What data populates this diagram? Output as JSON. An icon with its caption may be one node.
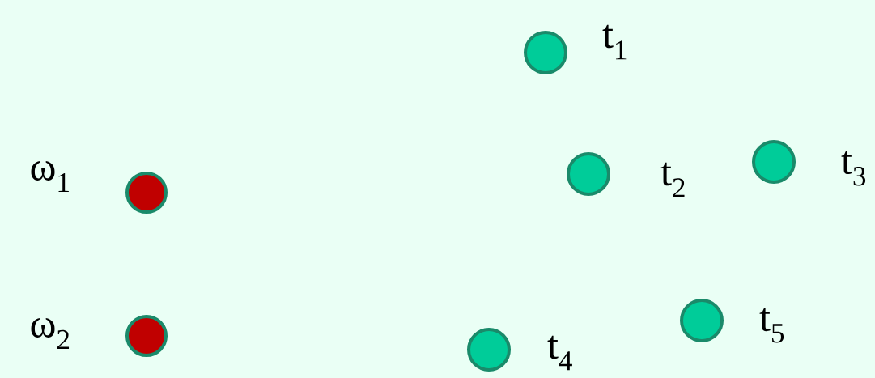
{
  "diagram": {
    "nodes": [
      {
        "text": [],
        "shape": "circle",
        "beside": [
          "ω$_{1}$"
        ]
      },
      {
        "text": [],
        "shape": "circle",
        "beside": [
          "ω$_{2}$"
        ]
      },
      {
        "text": [],
        "shape": "circle",
        "beside": [
          "t$_{1}$"
        ]
      },
      {
        "text": [],
        "shape": "circle",
        "beside": [
          "t$_{2}$"
        ]
      },
      {
        "text": [],
        "shape": "circle",
        "beside": [
          "t$_{3}$"
        ]
      },
      {
        "text": [],
        "shape": "circle",
        "beside": [
          "t$_{4}$"
        ]
      },
      {
        "text": [],
        "shape": "circle",
        "beside": [
          "t$_{5}$"
        ]
      }
    ]
  }
}
